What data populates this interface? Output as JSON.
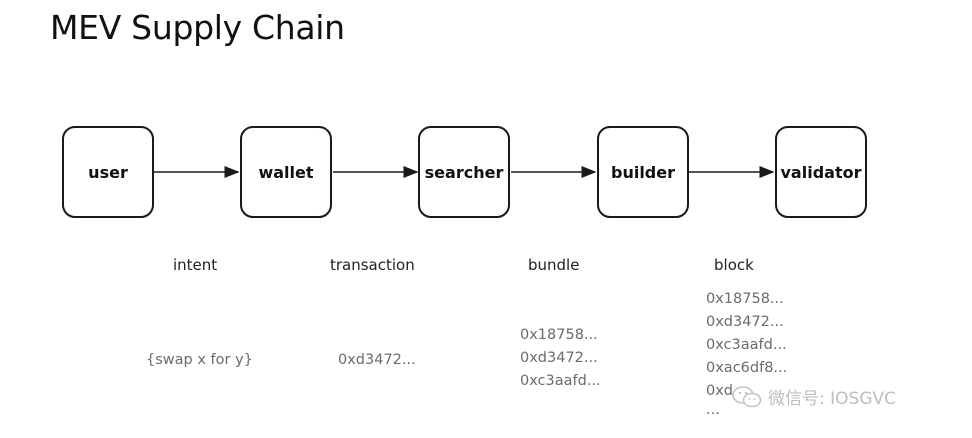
{
  "title": "MEV Supply Chain",
  "nodes": [
    {
      "label": "user"
    },
    {
      "label": "wallet"
    },
    {
      "label": "searcher"
    },
    {
      "label": "builder"
    },
    {
      "label": "validator"
    }
  ],
  "stages": [
    {
      "label": "intent"
    },
    {
      "label": "transaction"
    },
    {
      "label": "bundle"
    },
    {
      "label": "block"
    }
  ],
  "payloads": {
    "intent": [
      "{swap x for y}"
    ],
    "transaction": [
      "0xd3472..."
    ],
    "bundle": [
      "0x18758...",
      "0xd3472...",
      "0xc3aafd..."
    ],
    "block": [
      "0x18758...",
      "0xd3472...",
      "0xc3aafd...",
      "0xac6df8...",
      "0xd",
      "..."
    ]
  },
  "watermark": {
    "text": "微信号: IOSGVC",
    "icon": "wechat-logo-icon"
  }
}
